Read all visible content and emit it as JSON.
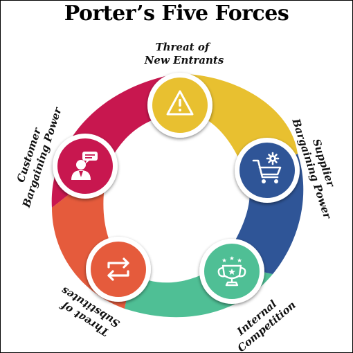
{
  "title": "Porter’s Five Forces",
  "forces": [
    {
      "key": "entrants",
      "lines": [
        "Threat of",
        "New Entrants"
      ],
      "color": "#E8C030",
      "icon": "warning-icon"
    },
    {
      "key": "supplier",
      "lines": [
        "Supplier",
        "Bargaining Power"
      ],
      "color": "#2F5597",
      "icon": "shopping-cart-gear-icon"
    },
    {
      "key": "competition",
      "lines": [
        "Internal",
        "Competition"
      ],
      "color": "#4FBF95",
      "icon": "trophy-stars-icon"
    },
    {
      "key": "substitutes",
      "lines": [
        "Threat of",
        "Substitutes"
      ],
      "color": "#E55B3C",
      "icon": "swap-arrows-icon"
    },
    {
      "key": "customer",
      "lines": [
        "Customer",
        "Bargaining Power"
      ],
      "color": "#C8174F",
      "icon": "customer-chat-icon"
    }
  ]
}
